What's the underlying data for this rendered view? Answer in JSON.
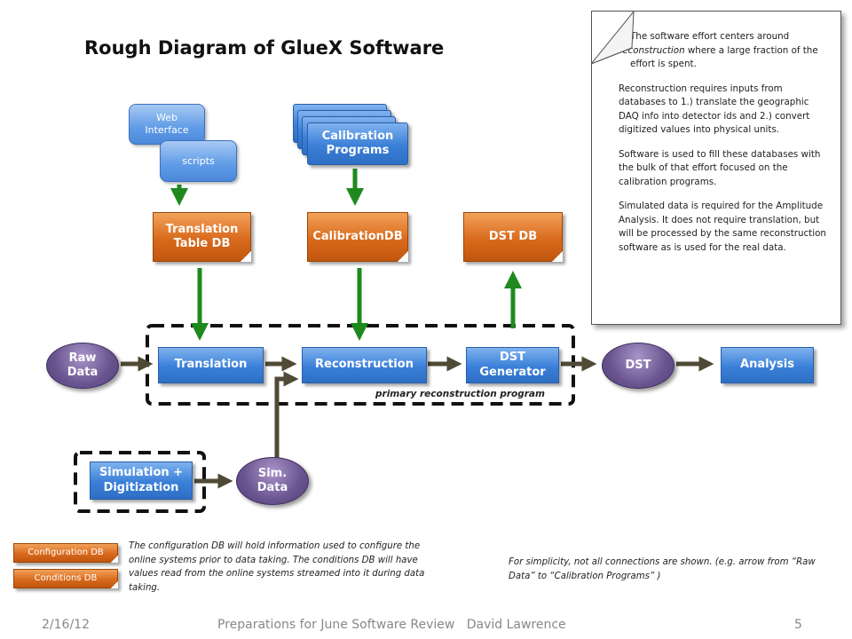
{
  "title": "Rough Diagram of GlueX Software",
  "nodes": {
    "web_interface": "Web Interface",
    "scripts": "scripts",
    "calibration_programs": "Calibration Programs",
    "translation_table_db": "Translation Table DB",
    "calibration_db": "CalibrationDB",
    "dst_db": "DST DB",
    "raw_data": "Raw Data",
    "translation": "Translation",
    "reconstruction": "Reconstruction",
    "dst_generator": "DST Generator",
    "dst": "DST",
    "analysis": "Analysis",
    "simulation": "Simulation + Digitization",
    "sim_data": "Sim. Data"
  },
  "group_label": "primary reconstruction program",
  "note": {
    "p1a": "The software effort centers around",
    "p1b": "reconstruction",
    "p1c": "where a large fraction of the effort is spent.",
    "p2": "Reconstruction requires inputs from databases to 1.) translate the geographic DAQ info into detector ids and 2.) convert digitized values into physical units.",
    "p3": "Software is used to fill these databases with the bulk of that effort focused on the calibration programs.",
    "p4": "Simulated data is required for the Amplitude Analysis. It does not require translation, but will be processed by the same reconstruction software as is used for the real data."
  },
  "legend": {
    "configuration_db": "Configuration DB",
    "conditions_db": "Conditions DB",
    "text": "The configuration DB will hold information used to configure the online systems prior to data taking. The conditions DB will have values read from the online systems streamed into it during data taking."
  },
  "simplicity_note": "For simplicity, not all connections are shown. (e.g. arrow from “Raw Data” to “Calibration Programs” )",
  "footer": {
    "date": "2/16/12",
    "center": "Preparations for June Software Review   David Lawrence",
    "page": "5"
  },
  "colors": {
    "db_arrow": "#1e8a1e",
    "flow_arrow": "#4f4a36",
    "dashed_border": "#111111"
  }
}
